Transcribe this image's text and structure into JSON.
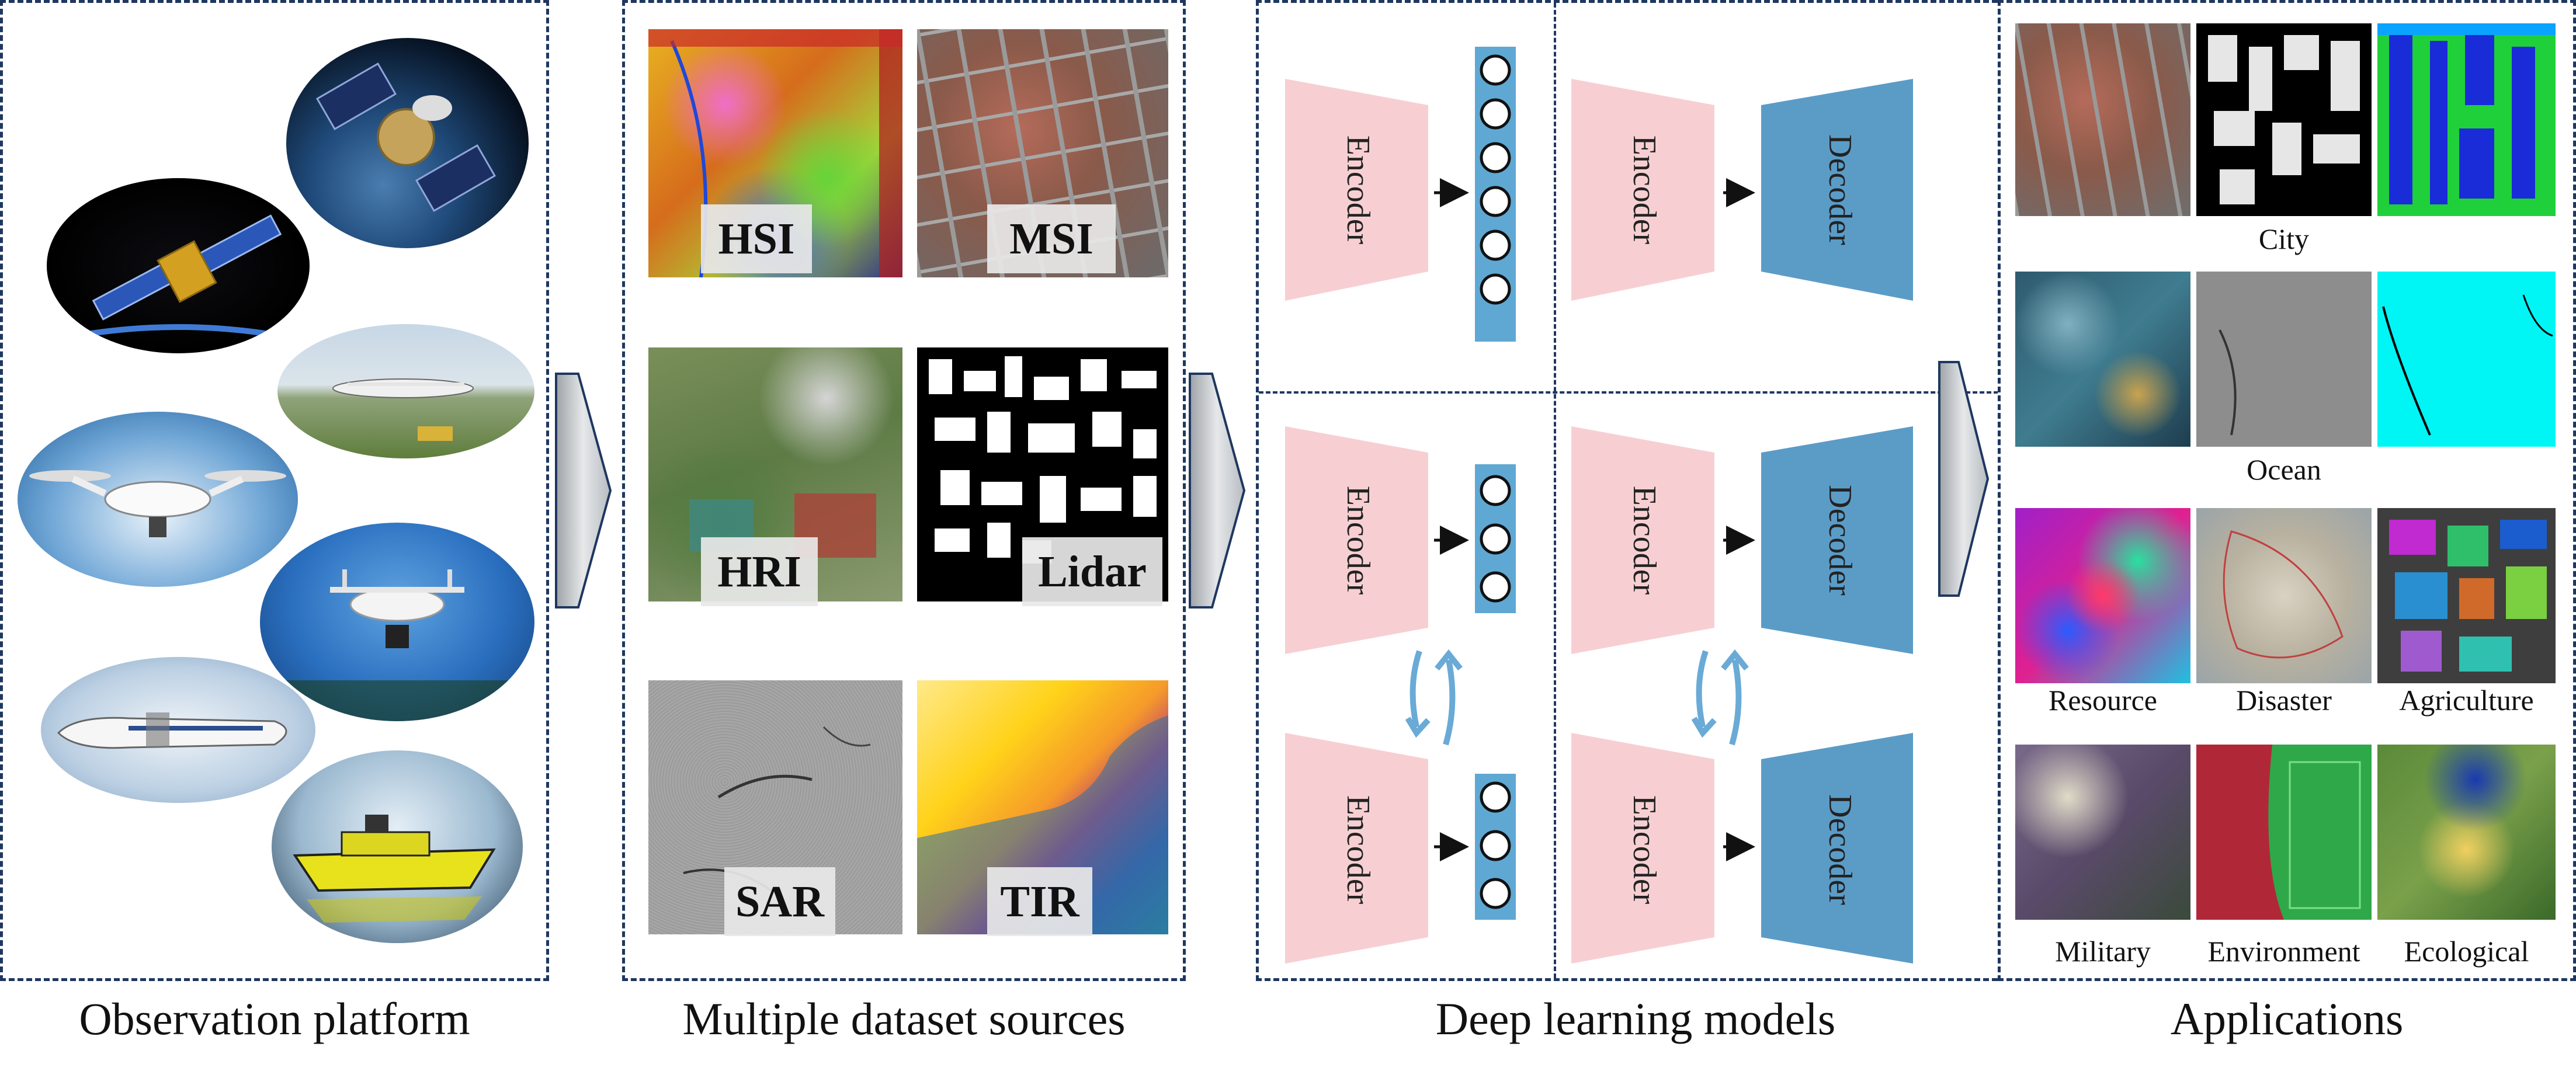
{
  "captions": {
    "observation": "Observation platform",
    "datasets": "Multiple dataset sources",
    "models": "Deep learning models",
    "applications": "Applications"
  },
  "datasets": {
    "hsi": "HSI",
    "msi": "MSI",
    "hri": "HRI",
    "lidar": "Lidar",
    "sar": "SAR",
    "tir": "TIR"
  },
  "models": {
    "encoder": "Encoder",
    "decoder": "Decoder"
  },
  "applications": {
    "city": "City",
    "ocean": "Ocean",
    "resource": "Resource",
    "disaster": "Disaster",
    "agriculture": "Agriculture",
    "military": "Military",
    "environment": "Environment",
    "ecological": "Ecological"
  },
  "colors": {
    "panel_border": "#1f3760",
    "encoder_fill": "#f7cfd2",
    "decoder_fill": "#5b9cc7",
    "latent_fill": "#5fa8d3",
    "sync_arrow": "#6aaad6",
    "flow_arrow": "#c4c8cc"
  }
}
